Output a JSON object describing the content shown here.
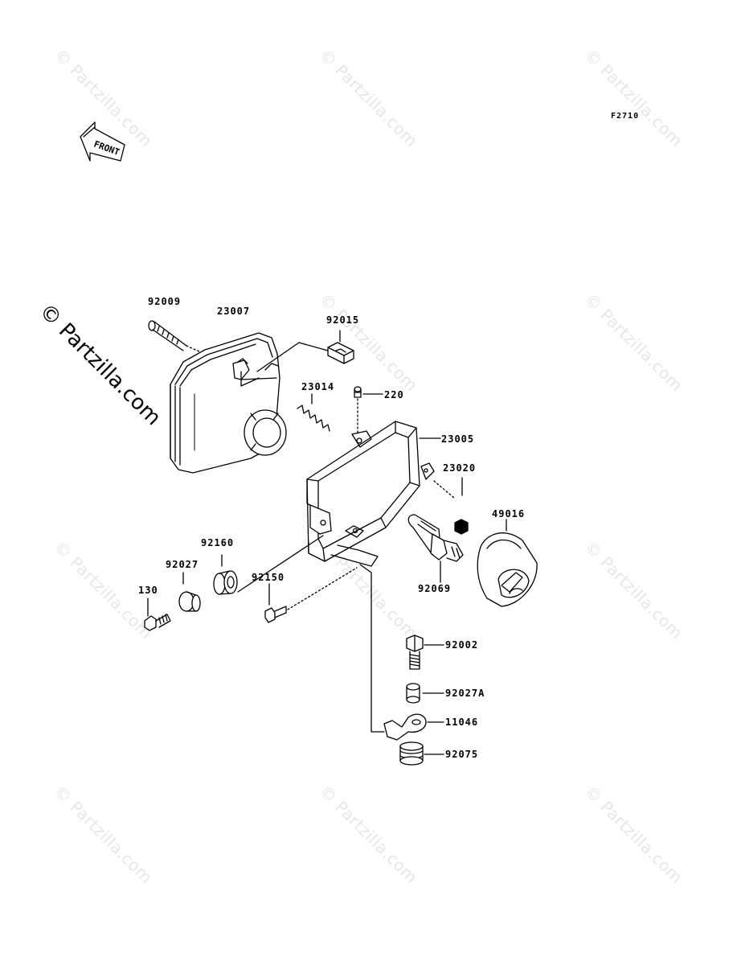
{
  "figure_code": "F2710",
  "front_label": "FRONT",
  "copyright_text": "© Partzilla.com",
  "watermark_text": "© Partzilla.com",
  "parts": [
    {
      "id": "part-92009",
      "label": "92009"
    },
    {
      "id": "part-23007",
      "label": "23007"
    },
    {
      "id": "part-92015",
      "label": "92015"
    },
    {
      "id": "part-23014",
      "label": "23014"
    },
    {
      "id": "part-220",
      "label": "220"
    },
    {
      "id": "part-23005",
      "label": "23005"
    },
    {
      "id": "part-23020",
      "label": "23020"
    },
    {
      "id": "part-49016",
      "label": "49016"
    },
    {
      "id": "part-92160",
      "label": "92160"
    },
    {
      "id": "part-92027",
      "label": "92027"
    },
    {
      "id": "part-130",
      "label": "130"
    },
    {
      "id": "part-92150",
      "label": "92150"
    },
    {
      "id": "part-92069",
      "label": "92069"
    },
    {
      "id": "part-92002",
      "label": "92002"
    },
    {
      "id": "part-92027A",
      "label": "92027A"
    },
    {
      "id": "part-11046",
      "label": "11046"
    },
    {
      "id": "part-92075",
      "label": "92075"
    }
  ]
}
